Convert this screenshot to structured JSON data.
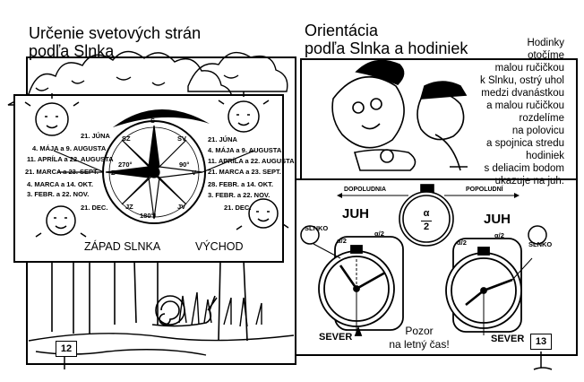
{
  "left": {
    "title_line1": "Určenie svetových strán",
    "title_line2": "podľa Slnka",
    "dial": {
      "left_dates": [
        "21. JÚNA",
        "4. MÁJA a 9. AUGUSTA",
        "11. APRÍLA a 22. AUGUSTA",
        "21. MARCA a 23. SEPT.",
        "4. MARCA a 14. OKT.",
        "3. FEBR. a 22. NOV.",
        "21. DEC."
      ],
      "right_dates": [
        "21. JÚNA",
        "4. MÁJA a 9. AUGUSTA",
        "11. APRÍLA a 22. AUGUSTA",
        "21. MARCA a 23. SEPT.",
        "28. FEBR. a 14. OKT.",
        "3. FEBR. a 22. NOV.",
        "21. DEC."
      ],
      "compass": [
        "S",
        "SZ",
        "SV",
        "Z",
        "V",
        "JZ",
        "JV",
        "J"
      ],
      "deg_left": "270°",
      "deg_right": "90°",
      "deg_bottom": "180°"
    },
    "caption_west": "ZÁPAD SLNKA",
    "caption_east": "VÝCHOD",
    "page_number": "12"
  },
  "right": {
    "title_line1": "Orientácia",
    "title_line2": "podľa Slnka a hodiniek",
    "instruction_lines": [
      "Hodinky",
      "otočíme",
      "malou ručičkou",
      "k Slnku, ostrý uhol",
      "medzi dvanástkou",
      "a malou ručičkou",
      "rozdelíme",
      "na polovicu",
      "a spojnica stredu",
      "hodiniek",
      "s deliacim bodom",
      "ukazuje na juh."
    ],
    "label_morning": "DOPOLUDNIA",
    "label_afternoon": "POPOLUDNÍ",
    "center_formula_top": "α",
    "center_formula_bottom": "2",
    "label_south": "JUH",
    "label_north": "SEVER",
    "label_sun": "SLNKO",
    "label_half_angle": "α/2",
    "warning_line1": "Pozor",
    "warning_line2": "na letný čas!",
    "page_number": "13"
  }
}
